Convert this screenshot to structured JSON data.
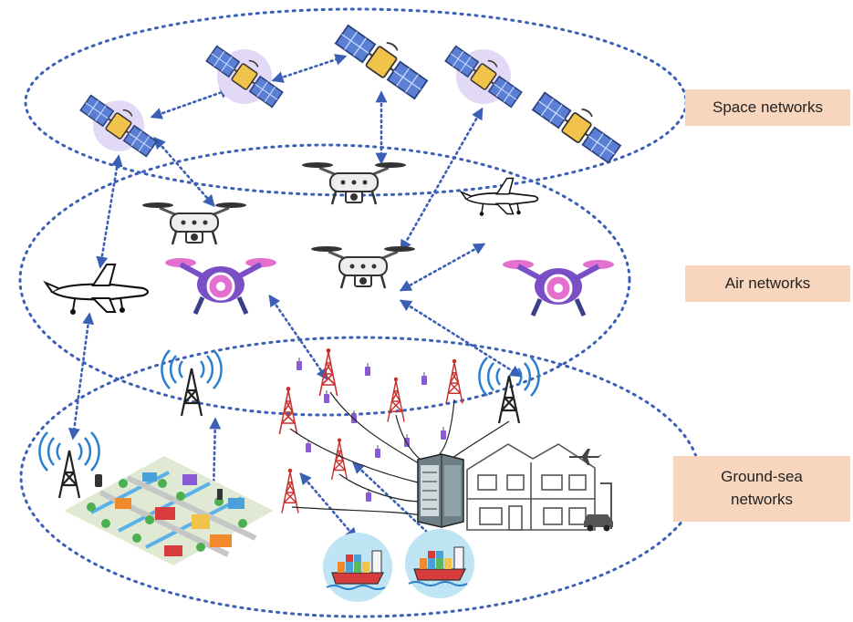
{
  "layers": {
    "space_label": "Space networks",
    "air_label": "Air networks",
    "ground_label_line1": "Ground-sea",
    "ground_label_line2": "networks"
  },
  "colors": {
    "link_dotted": "#3a5fb5",
    "ellipse_dotted": "#3a5fb5",
    "label_background": "#f8d6bd",
    "satellite_panel": "#5b7fd4",
    "drone_body": "#eeeeee",
    "drone_purple": "#7a4fc6",
    "drone_pink": "#e36fcf",
    "tower_red": "#c8322f",
    "sea_blue": "#bfe4f3",
    "ship_hull": "#d83b3b"
  },
  "icons": [
    "satellite-icon",
    "quadcopter-drone-icon",
    "military-uav-icon",
    "cell-tower-icon",
    "wifi-signal-icon",
    "city-icon",
    "ship-icon",
    "house-icon",
    "server-rack-icon",
    "iot-sensor-icon",
    "airplane-icon",
    "car-icon"
  ]
}
